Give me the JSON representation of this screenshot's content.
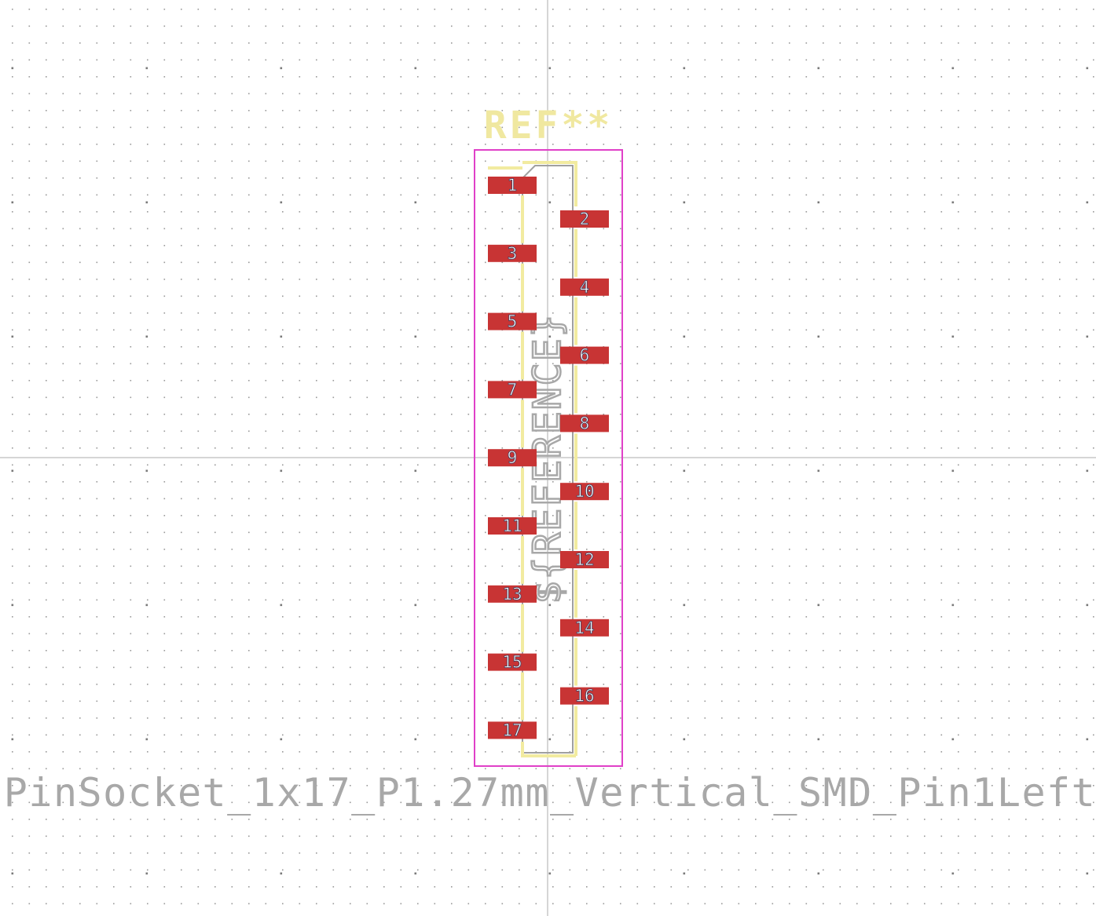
{
  "footprint": {
    "reference": "REF**",
    "reference_field": "${REFERENCE}",
    "value": "PinSocket_1x17_P1.27mm_Vertical_SMD_Pin1Left"
  },
  "pads": [
    {
      "number": "1",
      "side": "left"
    },
    {
      "number": "2",
      "side": "right"
    },
    {
      "number": "3",
      "side": "left"
    },
    {
      "number": "4",
      "side": "right"
    },
    {
      "number": "5",
      "side": "left"
    },
    {
      "number": "6",
      "side": "right"
    },
    {
      "number": "7",
      "side": "left"
    },
    {
      "number": "8",
      "side": "right"
    },
    {
      "number": "9",
      "side": "left"
    },
    {
      "number": "10",
      "side": "right"
    },
    {
      "number": "11",
      "side": "left"
    },
    {
      "number": "12",
      "side": "right"
    },
    {
      "number": "13",
      "side": "left"
    },
    {
      "number": "14",
      "side": "right"
    },
    {
      "number": "15",
      "side": "left"
    },
    {
      "number": "16",
      "side": "right"
    },
    {
      "number": "17",
      "side": "left"
    }
  ],
  "colors": {
    "background": "#ffffff",
    "grid_dot": "#9a9a9a",
    "axis": "#c8c8c8",
    "courtyard": "#e040c8",
    "silkscreen": "#f2eba0",
    "fab": "#a0a0a0",
    "pad": "#c83434",
    "pad_number": "#404060",
    "value_text": "#a8a8a8",
    "reference_text": "#f0e8a0"
  }
}
